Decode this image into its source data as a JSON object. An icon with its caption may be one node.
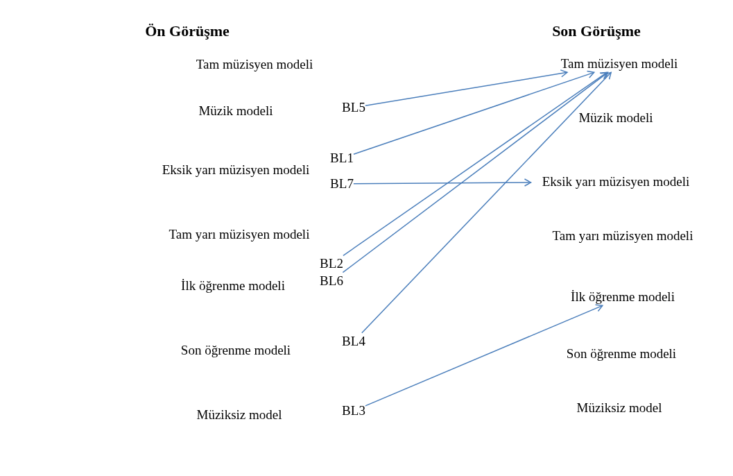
{
  "diagram": {
    "nodes": [
      {
        "text": [
          "Tam müzisyen modeli"
        ]
      },
      {
        "text": [
          "Müzik modeli"
        ]
      },
      {
        "text": [
          "Eksik yarı müzisyen modeli"
        ]
      },
      {
        "text": [
          "Tam yarı müzisyen modeli"
        ]
      },
      {
        "text": [
          "İlk öğrenme modeli"
        ]
      },
      {
        "text": [
          "Son öğrenme modeli"
        ]
      },
      {
        "text": [
          "Müziksiz model"
        ]
      },
      {
        "text": [
          "BL5"
        ]
      },
      {
        "text": [
          "BL1"
        ]
      },
      {
        "text": [
          "BL7"
        ]
      },
      {
        "text": [
          "BL2"
        ]
      },
      {
        "text": [
          "BL6"
        ]
      },
      {
        "text": [
          "BL4"
        ]
      },
      {
        "text": [
          "BL3"
        ]
      },
      {
        "text": [
          "Tam müzisyen modeli"
        ]
      },
      {
        "text": [
          "Müzik modeli"
        ]
      },
      {
        "text": [
          "Eksik yarı müzisyen modeli"
        ]
      },
      {
        "text": [
          "Tam yarı müzisyen modeli"
        ]
      },
      {
        "text": [
          "İlk öğrenme modeli"
        ]
      },
      {
        "text": [
          "Son öğrenme modeli"
        ]
      },
      {
        "text": [
          "Müziksiz model"
        ]
      }
    ],
    "edges": [
      {
        "from": 7,
        "to": 14,
        "arrow": "to"
      },
      {
        "from": 8,
        "to": 14,
        "arrow": "to"
      },
      {
        "from": 9,
        "to": 16,
        "arrow": "to"
      },
      {
        "from": 10,
        "to": 14,
        "arrow": "to"
      },
      {
        "from": 11,
        "to": 14,
        "arrow": "to"
      },
      {
        "from": 12,
        "to": 14,
        "arrow": "to"
      },
      {
        "from": 13,
        "to": 18,
        "arrow": "to"
      }
    ],
    "labels": [
      "Ön Görüşme",
      "Son Görüşme"
    ]
  }
}
